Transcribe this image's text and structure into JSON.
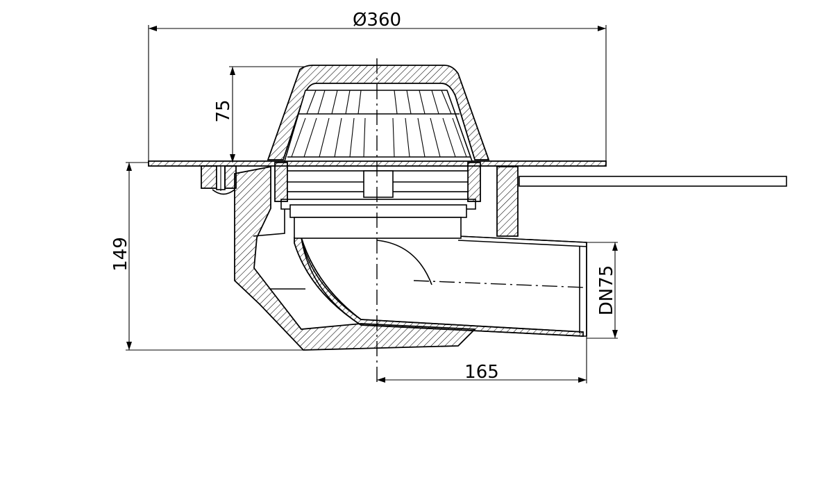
{
  "drawing": {
    "dimensions": {
      "flange_diameter": "Ø360",
      "grate_height": "75",
      "total_height": "149",
      "outlet_length": "165",
      "outlet_size": "DN75"
    }
  }
}
